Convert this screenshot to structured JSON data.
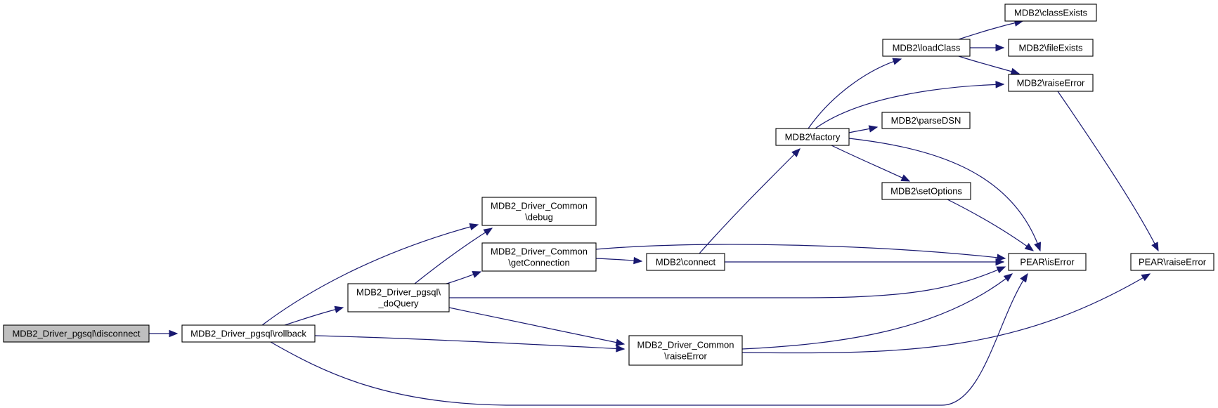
{
  "diagram": {
    "type": "call-graph",
    "edge_color": "#191970",
    "root_fill": "#bfbfbf",
    "node_fill": "#ffffff",
    "nodes": [
      {
        "id": "disconnect",
        "lines": [
          "MDB2_Driver_pgsql\\disconnect"
        ],
        "root": true
      },
      {
        "id": "rollback",
        "lines": [
          "MDB2_Driver_pgsql\\rollback"
        ]
      },
      {
        "id": "doQuery",
        "lines": [
          "MDB2_Driver_pgsql\\",
          "_doQuery"
        ]
      },
      {
        "id": "debug",
        "lines": [
          "MDB2_Driver_Common",
          "\\debug"
        ]
      },
      {
        "id": "getConnection",
        "lines": [
          "MDB2_Driver_Common",
          "\\getConnection"
        ]
      },
      {
        "id": "connect",
        "lines": [
          "MDB2\\connect"
        ]
      },
      {
        "id": "commonRaiseError",
        "lines": [
          "MDB2_Driver_Common",
          "\\raiseError"
        ]
      },
      {
        "id": "factory",
        "lines": [
          "MDB2\\factory"
        ]
      },
      {
        "id": "loadClass",
        "lines": [
          "MDB2\\loadClass"
        ]
      },
      {
        "id": "parseDSN",
        "lines": [
          "MDB2\\parseDSN"
        ]
      },
      {
        "id": "setOptions",
        "lines": [
          "MDB2\\setOptions"
        ]
      },
      {
        "id": "classExists",
        "lines": [
          "MDB2\\classExists"
        ]
      },
      {
        "id": "fileExists",
        "lines": [
          "MDB2\\fileExists"
        ]
      },
      {
        "id": "mdb2RaiseError",
        "lines": [
          "MDB2\\raiseError"
        ]
      },
      {
        "id": "isError",
        "lines": [
          "PEAR\\isError"
        ]
      },
      {
        "id": "pearRaiseError",
        "lines": [
          "PEAR\\raiseError"
        ]
      }
    ],
    "edges": [
      {
        "from": "disconnect",
        "to": "rollback"
      },
      {
        "from": "rollback",
        "to": "doQuery"
      },
      {
        "from": "rollback",
        "to": "debug"
      },
      {
        "from": "rollback",
        "to": "commonRaiseError"
      },
      {
        "from": "rollback",
        "to": "isError"
      },
      {
        "from": "doQuery",
        "to": "debug"
      },
      {
        "from": "doQuery",
        "to": "getConnection"
      },
      {
        "from": "doQuery",
        "to": "isError"
      },
      {
        "from": "doQuery",
        "to": "commonRaiseError"
      },
      {
        "from": "getConnection",
        "to": "connect"
      },
      {
        "from": "getConnection",
        "to": "isError"
      },
      {
        "from": "connect",
        "to": "factory"
      },
      {
        "from": "connect",
        "to": "isError"
      },
      {
        "from": "commonRaiseError",
        "to": "isError"
      },
      {
        "from": "commonRaiseError",
        "to": "pearRaiseError"
      },
      {
        "from": "factory",
        "to": "loadClass"
      },
      {
        "from": "factory",
        "to": "mdb2RaiseError"
      },
      {
        "from": "factory",
        "to": "parseDSN"
      },
      {
        "from": "factory",
        "to": "setOptions"
      },
      {
        "from": "factory",
        "to": "isError"
      },
      {
        "from": "loadClass",
        "to": "classExists"
      },
      {
        "from": "loadClass",
        "to": "fileExists"
      },
      {
        "from": "loadClass",
        "to": "mdb2RaiseError"
      },
      {
        "from": "setOptions",
        "to": "isError"
      },
      {
        "from": "mdb2RaiseError",
        "to": "pearRaiseError"
      }
    ]
  }
}
